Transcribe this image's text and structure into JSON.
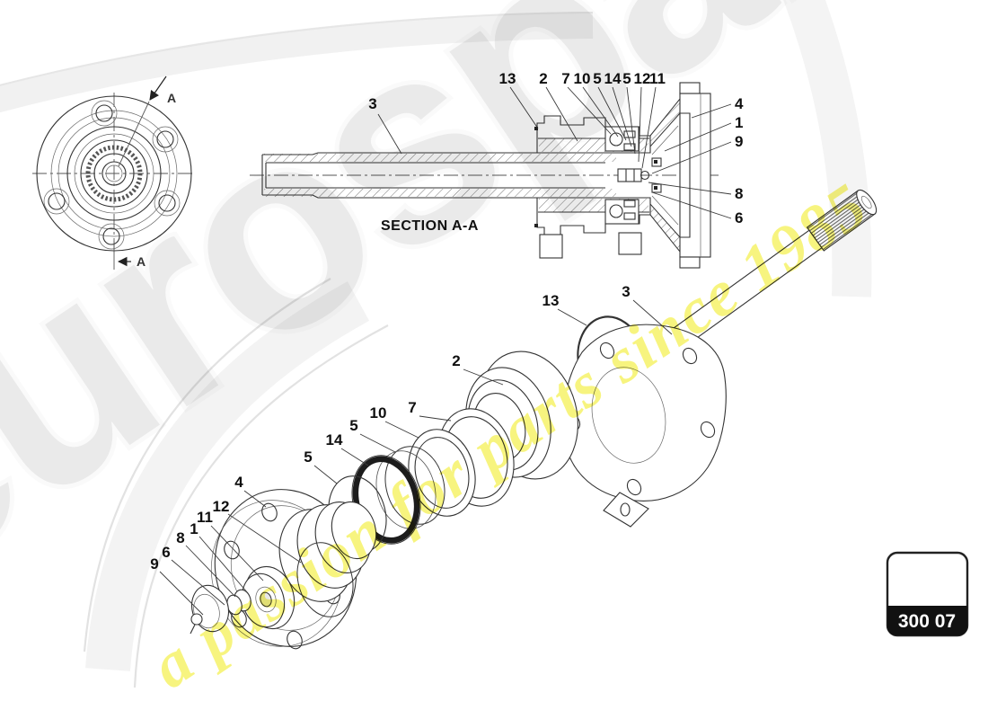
{
  "watermark": {
    "brand": "eurospares",
    "tagline": "a passion for parts since 1985",
    "brand_color": "#e9e9e9",
    "tagline_color": "#f0eb0a"
  },
  "part_box": {
    "code": "300 07",
    "band_color": "#111111"
  },
  "end_view": {
    "marker_top": "A",
    "marker_bottom": "A"
  },
  "section_view": {
    "title": "SECTION A-A",
    "callouts_top": [
      "13",
      "2",
      "7",
      "10",
      "5",
      "14",
      "5",
      "12",
      "11"
    ],
    "callout_tube": "3",
    "callouts_right": [
      "4",
      "1",
      "9",
      "8",
      "6"
    ]
  },
  "exploded_view": {
    "callout_snap_ring": "13",
    "callout_shaft": "3",
    "callout_housing": "2",
    "callout_ring_7": "7",
    "callout_ring_10": "10",
    "callout_ring_5a": "5",
    "callout_ring_14": "14",
    "callout_ring_5b": "5",
    "callout_flange": "4",
    "callout_ring_12": "12",
    "callout_hub_11": "11",
    "callout_hub_1": "1",
    "callout_washer_8": "8",
    "callout_washer_6": "6",
    "callout_cap_9": "9"
  },
  "colors": {
    "line": "#333333"
  }
}
